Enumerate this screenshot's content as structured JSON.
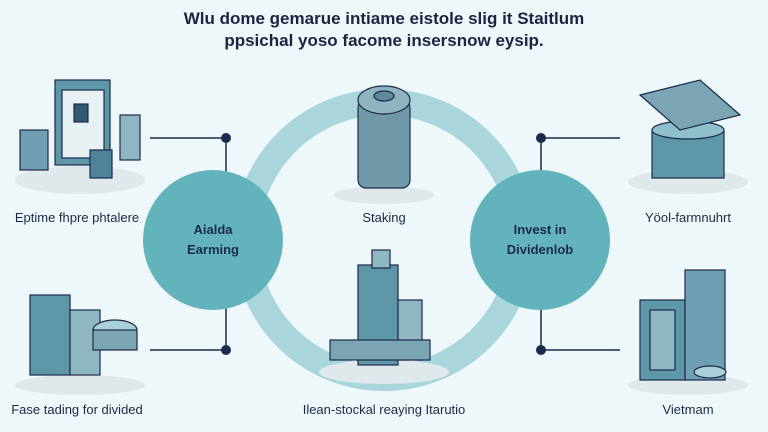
{
  "title": {
    "line1": "Wlu dome gemarue intiame eistole slig it Staitlum",
    "line2": "ppsichal yoso facome insersnow eysip."
  },
  "hubs": [
    {
      "line1": "Aialda",
      "line2": "Earming"
    },
    {
      "line1": "Invest in",
      "line2": "Dividenlob"
    }
  ],
  "labels": {
    "top_left": "Eptime fhpre phtalere",
    "top_center": "Staking",
    "top_right": "Yöol-farmnuhrt",
    "bottom_left": "Fase tading for divided",
    "bottom_center": "Ilean-stockal reaying Itarutio",
    "bottom_right": "Vietmam"
  },
  "colors": {
    "ring": "#a9d6da",
    "hub": "#62b3bc",
    "ink": "#1c2a4a",
    "illustration": "#5e97a8"
  },
  "icons": [
    "tablet-with-coins-icon",
    "coin-stack-icon",
    "cash-bundle-icon",
    "building-stack-icon",
    "skyscraper-icon",
    "server-buildings-icon"
  ]
}
